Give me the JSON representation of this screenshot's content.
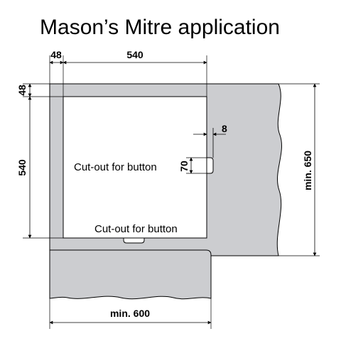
{
  "title": "Mason’s Mitre application",
  "dimensions": {
    "side_width": "48",
    "opening_width": "540",
    "top_depth": "48",
    "opening_height": "540",
    "cutout_depth": "8",
    "cutout_length": "70",
    "total_depth": "min. 650",
    "cabinet_width": "min. 600"
  },
  "labels": {
    "side_cutout": "Cut-out for button",
    "bottom_cutout": "Cut-out for button"
  },
  "colors": {
    "worktop": "#cccdd0",
    "line": "#000000",
    "background": "#ffffff"
  }
}
